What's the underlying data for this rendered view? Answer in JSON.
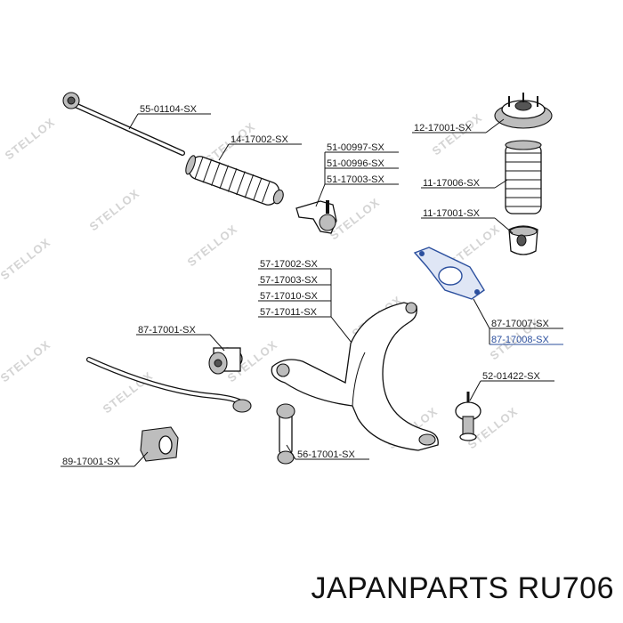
{
  "watermark": "STELLOX",
  "parts": [
    {
      "id": "p1",
      "label": "55-01104-SX"
    },
    {
      "id": "p2",
      "label": "14-17002-SX"
    },
    {
      "id": "p3",
      "label": "51-00997-SX"
    },
    {
      "id": "p4",
      "label": "51-00996-SX"
    },
    {
      "id": "p5",
      "label": "51-17003-SX"
    },
    {
      "id": "p6",
      "label": "12-17001-SX"
    },
    {
      "id": "p7",
      "label": "11-17006-SX"
    },
    {
      "id": "p8",
      "label": "11-17001-SX"
    },
    {
      "id": "p9",
      "label": "57-17002-SX"
    },
    {
      "id": "p10",
      "label": "57-17003-SX"
    },
    {
      "id": "p11",
      "label": "57-17010-SX"
    },
    {
      "id": "p12",
      "label": "57-17011-SX"
    },
    {
      "id": "p13",
      "label": "87-17007-SX"
    },
    {
      "id": "p14",
      "label": "87-17008-SX"
    },
    {
      "id": "p15",
      "label": "87-17001-SX"
    },
    {
      "id": "p16",
      "label": "52-01422-SX"
    },
    {
      "id": "p17",
      "label": "56-17001-SX"
    },
    {
      "id": "p18",
      "label": "89-17001-SX"
    }
  ],
  "footer": "JAPANPARTS RU706",
  "colors": {
    "highlight": "#2b4f9e",
    "line": "#111111"
  }
}
